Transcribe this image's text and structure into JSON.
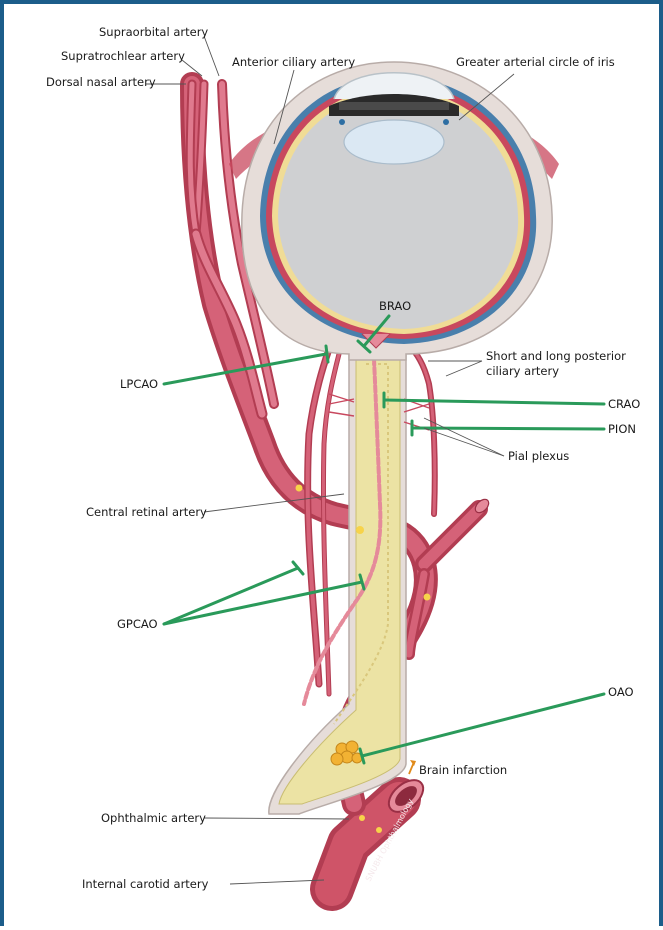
{
  "labels": {
    "supraorbital": "Supraorbital artery",
    "supratrochlear": "Supratrochlear artery",
    "dorsal_nasal": "Dorsal nasal artery",
    "anterior_ciliary": "Anterior ciliary artery",
    "greater_circle": "Greater arterial circle of iris",
    "brao": "BRAO",
    "lpcao": "LPCAO",
    "posterior_ciliary_1": "Short and long posterior",
    "posterior_ciliary_2": "ciliary artery",
    "crao": "CRAO",
    "pion": "PION",
    "pial_plexus": "Pial plexus",
    "central_retinal": "Central retinal artery",
    "gpcao": "GPCAO",
    "oao": "OAO",
    "brain_infarction": "Brain infarction",
    "ophthalmic": "Ophthalmic artery",
    "internal_carotid": "Internal carotid artery",
    "watermark": "SNUBH Ophthalmology"
  },
  "colors": {
    "artery": "#c8485e",
    "artery_light": "#e58a9a",
    "nerve": "#ece3a4",
    "sheath": "#e6ddd9",
    "vitreous": "#cfd0d2",
    "occlusion": "#2a9a5a",
    "emboli": "#f2b233",
    "frame": "#1c5d8a"
  }
}
